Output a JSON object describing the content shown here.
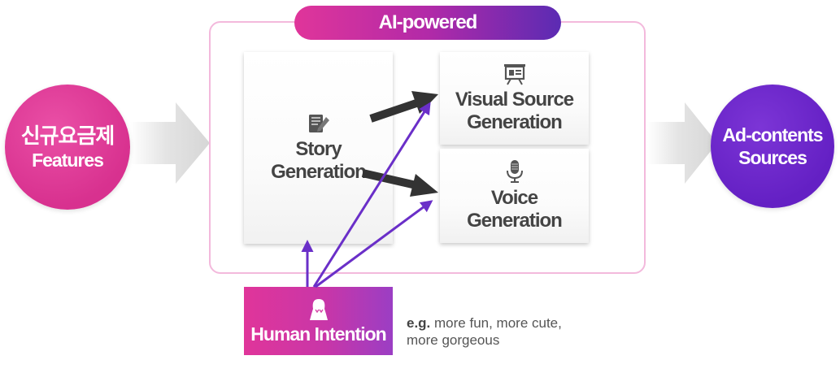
{
  "header": {
    "pill_label": "AI-powered"
  },
  "inputs": {
    "left_circle_line1": "신규요금제",
    "left_circle_line2": "Features"
  },
  "outputs": {
    "right_circle_line1": "Ad-contents",
    "right_circle_line2": "Sources"
  },
  "cards": {
    "story": {
      "line1": "Story",
      "line2": "Generation",
      "icon": "notebook-pen-icon"
    },
    "visual": {
      "line1": "Visual Source",
      "line2": "Generation",
      "icon": "presentation-board-icon"
    },
    "voice": {
      "line1": "Voice",
      "line2": "Generation",
      "icon": "microphone-icon"
    }
  },
  "human": {
    "label": "Human Intention",
    "icon": "person-icon",
    "example_prefix": "e.g.",
    "example_line1": " more fun, more cute,",
    "example_line2": "more gorgeous"
  },
  "colors": {
    "pink": "#d8318f",
    "purple": "#6420c4",
    "arrow_purple": "#6a2fc8",
    "box_border": "#f3b9dc",
    "dark_arrow": "#333333",
    "gray_arrow": "#d9d9d9"
  }
}
